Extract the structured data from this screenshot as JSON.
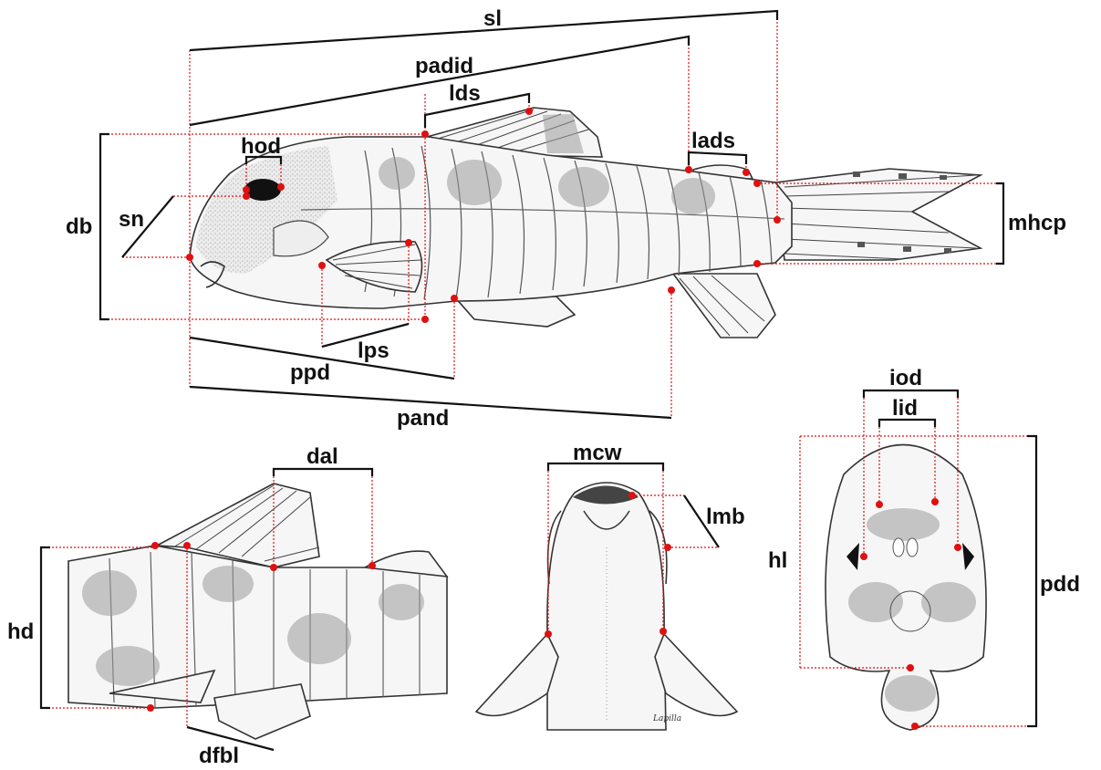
{
  "labels": {
    "sl": "sl",
    "padid": "padid",
    "lds": "lds",
    "lads": "lads",
    "hod": "hod",
    "sn": "sn",
    "db": "db",
    "mhcp": "mhcp",
    "lps": "lps",
    "ppd": "ppd",
    "pand": "pand",
    "dal": "dal",
    "hd": "hd",
    "dfbl": "dfbl",
    "mcw": "mcw",
    "lmb": "lmb",
    "iod": "iod",
    "lid": "lid",
    "hl": "hl",
    "pdd": "pdd"
  },
  "signature": "Lapilla",
  "colors": {
    "guide": "#e01010",
    "landmark": "#e01010",
    "measure_bar": "#111111"
  }
}
